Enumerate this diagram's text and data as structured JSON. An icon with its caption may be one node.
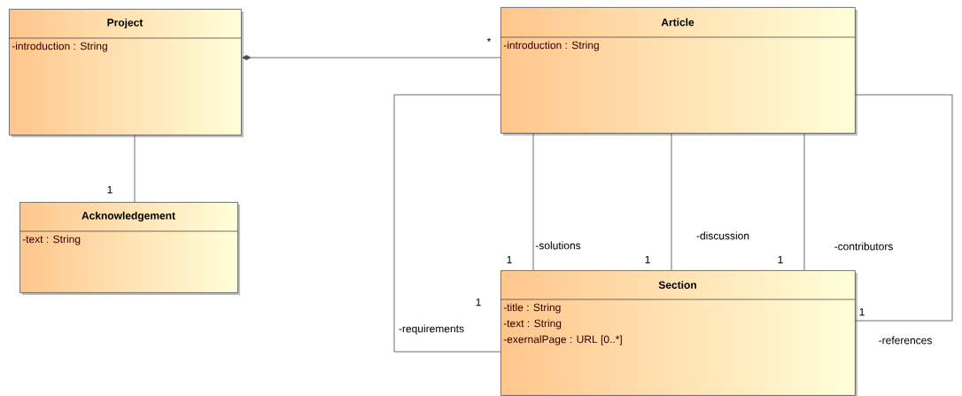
{
  "diagram": {
    "nodes": [
      {
        "text": [
          "Project",
          "-introduction : String"
        ]
      },
      {
        "text": [
          "Article",
          "-introduction : String"
        ]
      },
      {
        "text": [
          "Acknowledgement",
          "-text : String"
        ]
      },
      {
        "text": [
          "Section",
          "-title : String",
          "-text : String",
          "-exernalPage : URL [0..*]"
        ]
      }
    ],
    "edges": [
      {
        "from": 0,
        "to": 1,
        "arrow": "other"
      },
      {
        "from": 0,
        "to": 2,
        "arrow": "none"
      },
      {
        "from": 1,
        "to": 3,
        "arrow": "none",
        "label": "-requirements"
      },
      {
        "from": 1,
        "to": 3,
        "arrow": "none",
        "label": "-solutions"
      },
      {
        "from": 1,
        "to": 3,
        "arrow": "none",
        "label": "-discussion"
      },
      {
        "from": 1,
        "to": 3,
        "arrow": "none",
        "label": "-contributors"
      },
      {
        "from": 1,
        "to": 3,
        "arrow": "none",
        "label": "-references"
      }
    ],
    "labels": [
      "*",
      "1",
      "1",
      "1",
      "1",
      "1",
      "1"
    ]
  }
}
